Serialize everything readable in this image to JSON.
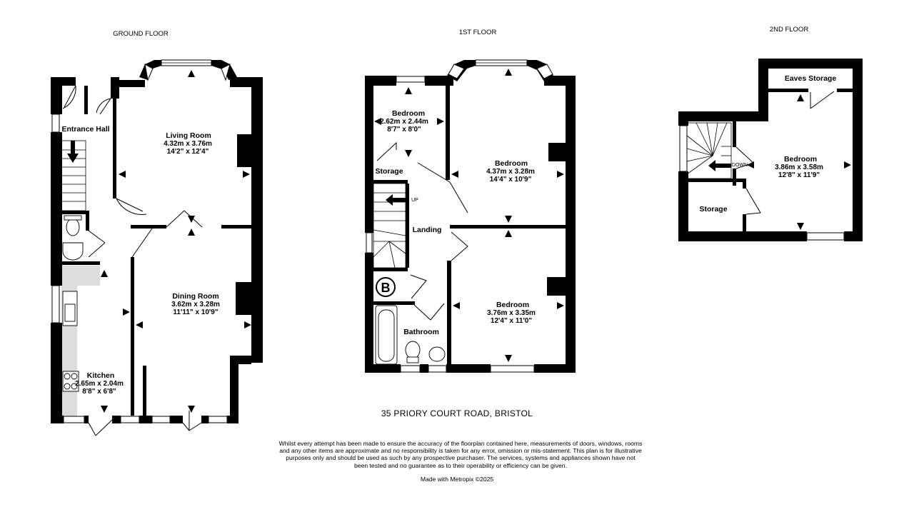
{
  "floors": [
    {
      "title": "GROUND FLOOR"
    },
    {
      "title": "1ST FLOOR"
    },
    {
      "title": "2ND FLOOR"
    }
  ],
  "rooms": {
    "entrance_hall": {
      "name": "Entrance Hall"
    },
    "living_room": {
      "name": "Living Room",
      "metric": "4.32m  x 3.76m",
      "imperial": "14'2\"  x 12'4\""
    },
    "dining_room": {
      "name": "Dining Room",
      "metric": "3.62m  x 3.28m",
      "imperial": "11'11\"  x 10'9\""
    },
    "kitchen": {
      "name": "Kitchen",
      "metric": "2.65m  x 2.04m",
      "imperial": "8'8\"  x 6'8\""
    },
    "bedroom_small": {
      "name": "Bedroom",
      "metric": "2.62m  x 2.44m",
      "imperial": "8'7\"  x 8'0\""
    },
    "bedroom_front": {
      "name": "Bedroom",
      "metric": "4.37m  x 3.28m",
      "imperial": "14'4\"  x 10'9\""
    },
    "bedroom_rear": {
      "name": "Bedroom",
      "metric": "3.76m  x 3.35m",
      "imperial": "12'4\"  x 11'0\""
    },
    "storage_1st": {
      "name": "Storage"
    },
    "landing": {
      "name": "Landing"
    },
    "bathroom": {
      "name": "Bathroom"
    },
    "eaves_storage": {
      "name": "Eaves Storage"
    },
    "bedroom_loft": {
      "name": "Bedroom",
      "metric": "3.86m  x 3.58m",
      "imperial": "12'8\"  x 11'9\""
    },
    "storage_2nd": {
      "name": "Storage"
    }
  },
  "labels": {
    "up": "UP",
    "down": "DOWN",
    "boiler": "B"
  },
  "address": "35 PRIORY COURT ROAD, BRISTOL",
  "disclaimer": "Whilst every attempt has been made to ensure the accuracy of the floorplan contained here, measurements of doors, windows, rooms and any other items are approximate and no responsibility is taken for any error, omission or mis-statement. This plan is for illustrative purposes only and should be used as such by any prospective purchaser. The services, systems and appliances shown have not been tested and no guarantee as to their operability or efficiency can be given.",
  "credit": "Made with Metropix ©2025",
  "colors": {
    "wall": "#000000",
    "kitchen_floor": "#dcdcdc",
    "background": "#ffffff"
  }
}
